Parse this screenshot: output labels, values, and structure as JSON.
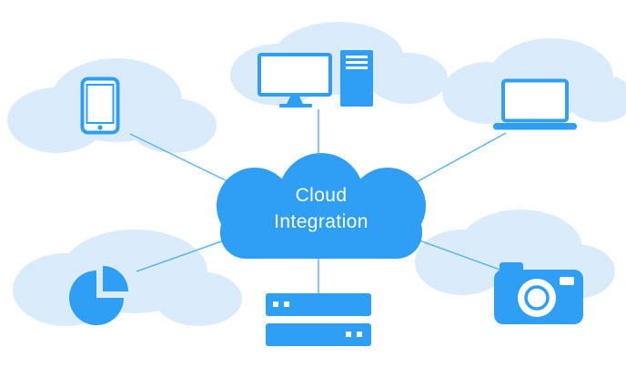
{
  "diagram": {
    "title": "Cloud Integration",
    "center_label": {
      "line1": "Cloud",
      "line2": "Integration"
    },
    "colors": {
      "primary": "#2e9ff4",
      "light_cloud": "#daecfb",
      "connector": "#5fb5f6",
      "text": "#ffffff",
      "background": "#ffffff"
    },
    "nodes": [
      {
        "id": "tablet",
        "icon": "tablet-icon",
        "position": "top-left"
      },
      {
        "id": "desktop-computer",
        "icon": "desktop-computer-icon",
        "position": "top-center"
      },
      {
        "id": "laptop",
        "icon": "laptop-icon",
        "position": "top-right"
      },
      {
        "id": "pie-chart",
        "icon": "pie-chart-icon",
        "position": "bottom-left"
      },
      {
        "id": "server-rack",
        "icon": "server-rack-icon",
        "position": "bottom-center"
      },
      {
        "id": "camera",
        "icon": "camera-icon",
        "position": "bottom-right"
      }
    ]
  }
}
